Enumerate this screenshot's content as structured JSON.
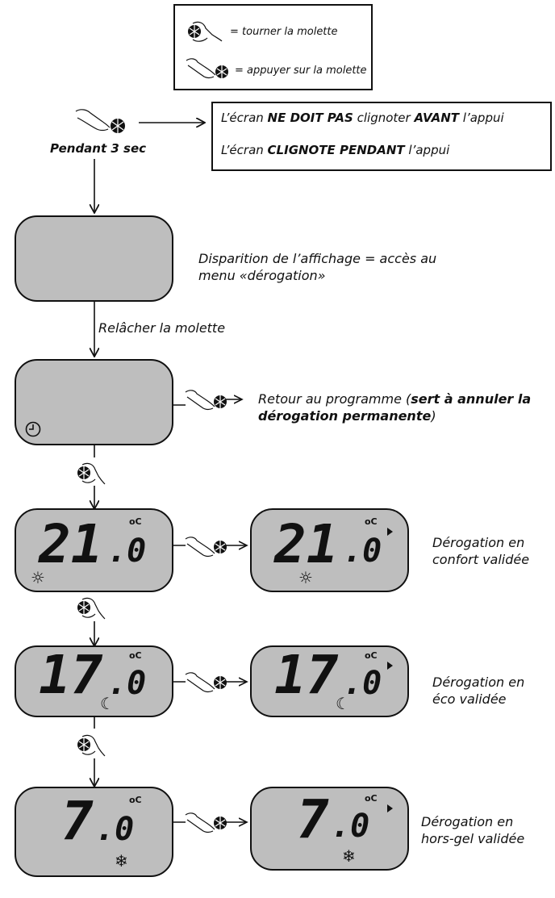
{
  "legend": {
    "turn_label": "= tourner la molette",
    "press_label": "= appuyer sur la molette"
  },
  "press_duration": "Pendant 3 sec",
  "screen_note": {
    "line1_a": "L’écran ",
    "line1_b": "NE DOIT PAS",
    "line1_c": " clignoter ",
    "line1_d": "AVANT",
    "line1_e": " l’appui",
    "line2_a": "L’écran ",
    "line2_b": "CLIGNOTE PENDANT",
    "line2_c": " l’appui"
  },
  "step_blank": {
    "line1": "Disparition de l’affichage = accès au",
    "line2": "menu «dérogation»"
  },
  "release_label": "Relâcher la molette",
  "step_program": {
    "line1_a": "Retour au programme (",
    "line1_b": "sert à annuler la",
    "line2_b": "dérogation permanente",
    "line2_c": ")"
  },
  "displays": {
    "comfort": {
      "integer": "21",
      "decimal": ".0",
      "unit": "oC",
      "mode_icon": "sun-icon",
      "caption1": "Dérogation en",
      "caption2": "confort validée"
    },
    "eco": {
      "integer": "17",
      "decimal": ".0",
      "unit": "oC",
      "mode_icon": "moon-icon",
      "caption1": "Dérogation en",
      "caption2": "éco validée"
    },
    "frost": {
      "integer": "7",
      "decimal": ".0",
      "unit": "oC",
      "mode_icon": "snowflake-icon",
      "caption1": "Dérogation en",
      "caption2": "hors-gel validée"
    }
  },
  "colors": {
    "lcd_background": "#bebebe",
    "outline": "#111111"
  }
}
